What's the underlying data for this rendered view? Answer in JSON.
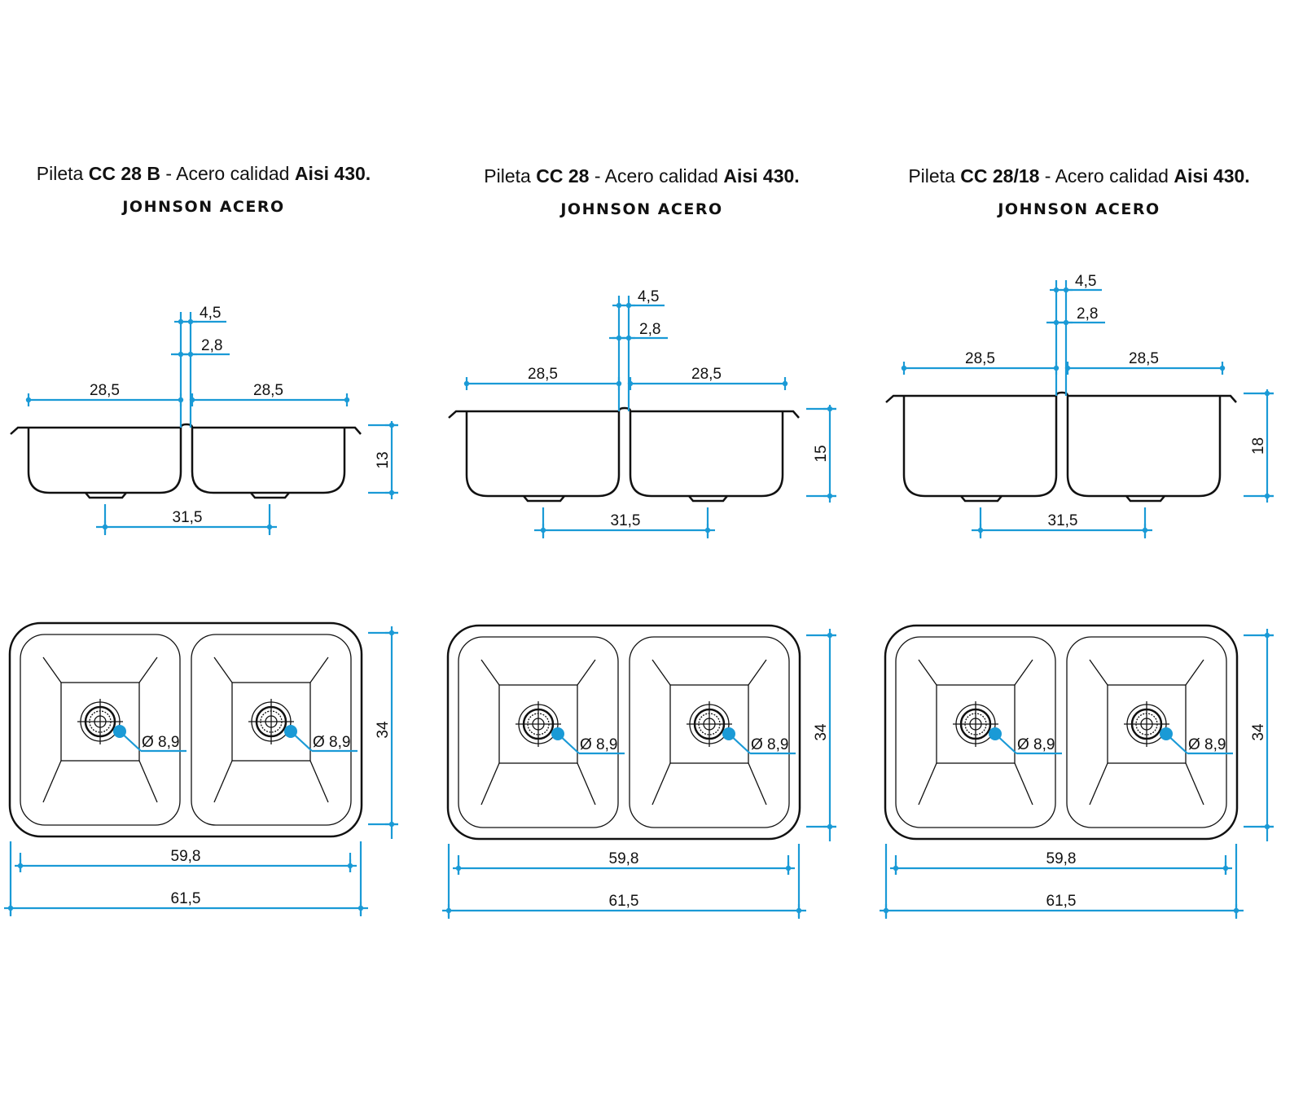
{
  "accent_color": "#1a9ad6",
  "panels": [
    {
      "title_prefix": "Pileta ",
      "model": "CC 28 B",
      "title_mid": " - Acero calidad ",
      "material": "Aisi 430.",
      "brand": "JOHNSON ACERO",
      "dims": {
        "rim_top": "4,5",
        "rim_step": "2,8",
        "bowl_left": "28,5",
        "bowl_right": "28,5",
        "depth": "13",
        "drain_distance": "31,5",
        "width_inner": "59,8",
        "width_outer": "61,5",
        "length": "34",
        "drain_left": "Ø 8,9",
        "drain_right": "Ø 8,9"
      }
    },
    {
      "title_prefix": "Pileta ",
      "model": "CC 28",
      "title_mid": " - Acero calidad ",
      "material": "Aisi 430.",
      "brand": "JOHNSON ACERO",
      "dims": {
        "rim_top": "4,5",
        "rim_step": "2,8",
        "bowl_left": "28,5",
        "bowl_right": "28,5",
        "depth": "15",
        "drain_distance": "31,5",
        "width_inner": "59,8",
        "width_outer": "61,5",
        "length": "34",
        "drain_left": "Ø 8,9",
        "drain_right": "Ø 8,9"
      }
    },
    {
      "title_prefix": "Pileta ",
      "model": "CC 28/18",
      "title_mid": " - Acero calidad ",
      "material": "Aisi 430.",
      "brand": "JOHNSON ACERO",
      "dims": {
        "rim_top": "4,5",
        "rim_step": "2,8",
        "bowl_left": "28,5",
        "bowl_right": "28,5",
        "depth": "18",
        "drain_distance": "31,5",
        "width_inner": "59,8",
        "width_outer": "61,5",
        "length": "34",
        "drain_left": "Ø 8,9",
        "drain_right": "Ø 8,9"
      }
    }
  ]
}
